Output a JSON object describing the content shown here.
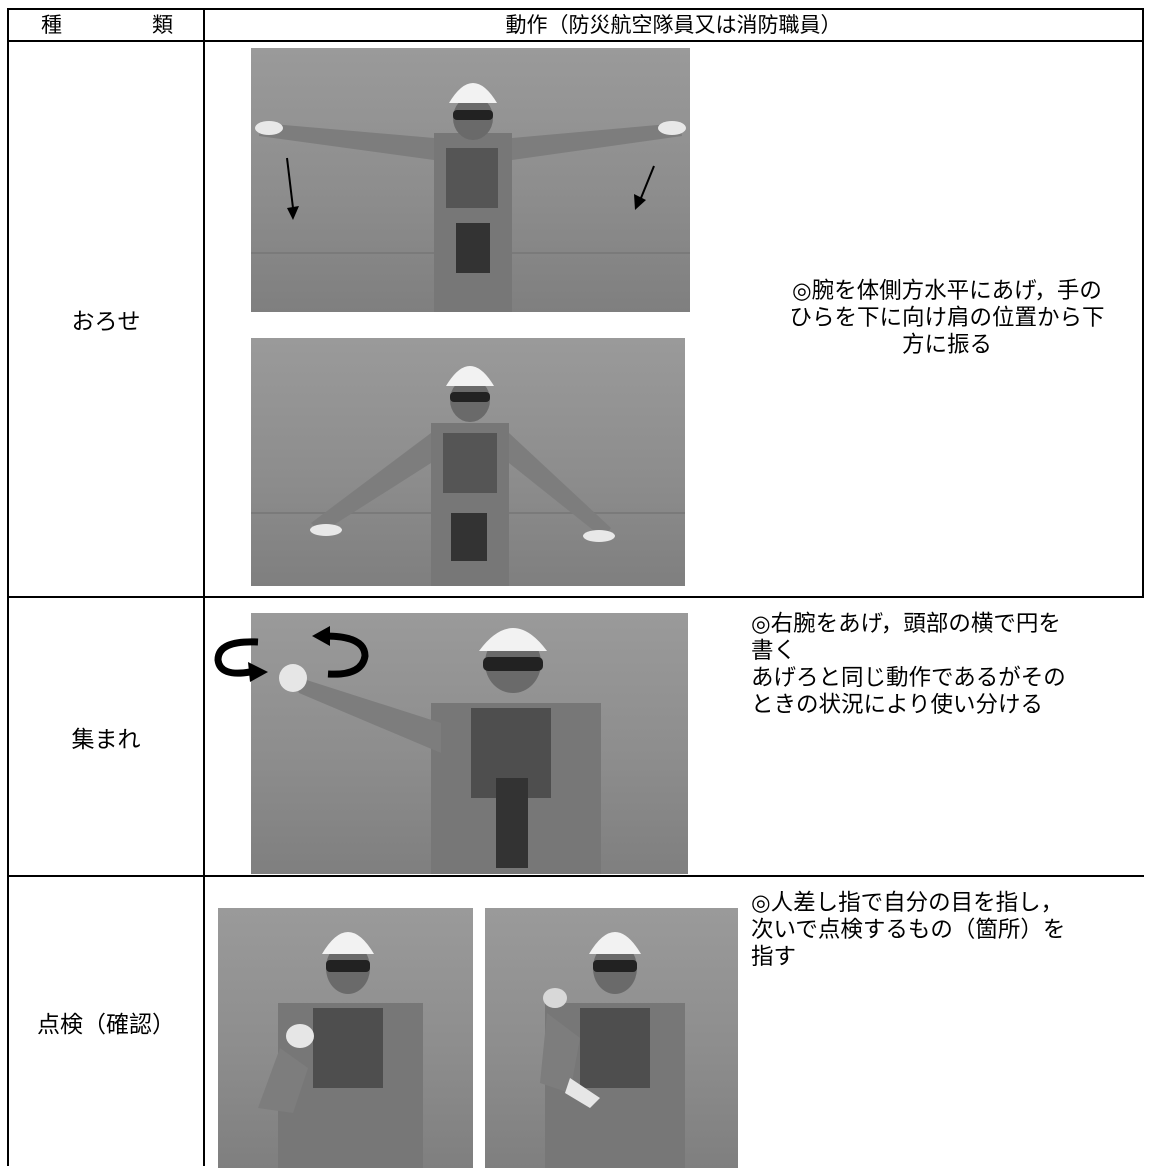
{
  "header": {
    "type_col_left": "種",
    "type_col_right": "類",
    "action_col": "動作（防災航空隊員又は消防職員）"
  },
  "rows": [
    {
      "label": "おろせ",
      "description": "◎腕を体側方水平にあげ，手の\nひらを下に向け肩の位置から下\n方に振る"
    },
    {
      "label": "集まれ",
      "description": "◎右腕をあげ，頭部の横で円を\n書く\nあげろと同じ動作であるがその\nときの状況により使い分ける"
    },
    {
      "label": "点検（確認）",
      "description": "◎人差し指で自分の目を指し，\n次いで点検するもの（箇所）を\n指す"
    }
  ],
  "colors": {
    "border": "#000000",
    "photo_bg": "#8f8f8f",
    "helmet": "#f2f2f2",
    "uniform": "#7a7a7a"
  }
}
